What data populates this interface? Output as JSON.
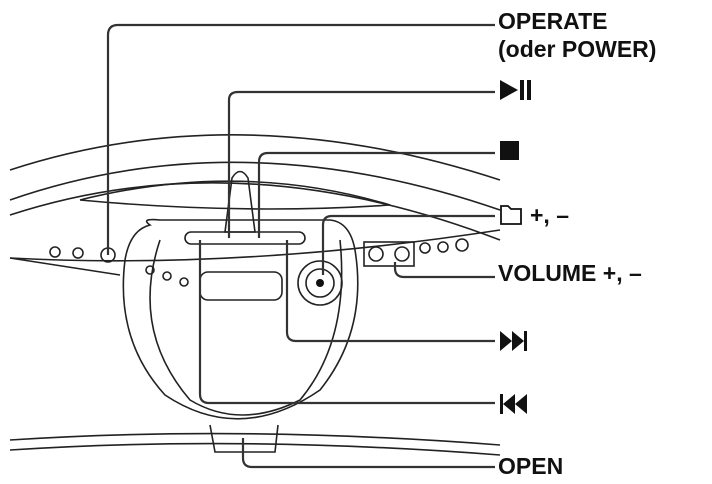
{
  "labels": {
    "operate": "OPERATE",
    "operate_alt": "(oder POWER)",
    "play_pause_icon": "play-pause",
    "stop_icon": "stop",
    "folder": {
      "icon": "folder",
      "text": "+, –"
    },
    "volume": "VOLUME +, –",
    "next_icon": "skip-forward",
    "prev_icon": "skip-back",
    "open": "OPEN"
  },
  "colors": {
    "line": "#222222",
    "text": "#111111"
  }
}
